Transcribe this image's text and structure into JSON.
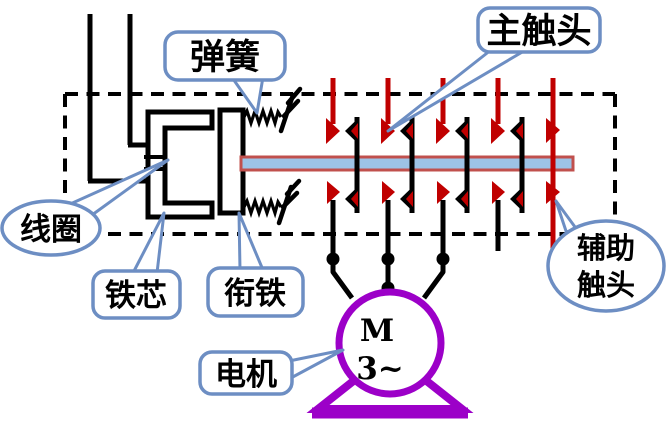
{
  "diagram": {
    "title": "contactor-structure-schematic",
    "description": "Structure diagram of an AC contactor driving a 3-phase motor"
  },
  "colors": {
    "line_black": "#000000",
    "contact_red": "#C00000",
    "bar_fill": "#9DC3E6",
    "bar_stroke": "#C0504D",
    "callout_blue": "#6D8EC3",
    "motor_purple": "#9C00C8"
  },
  "callouts": {
    "spring": {
      "label": "弹簧"
    },
    "main_contact": {
      "label": "主触头"
    },
    "coil": {
      "label": "线圈"
    },
    "iron_core": {
      "label": "铁芯"
    },
    "armature": {
      "label": "衔铁"
    },
    "motor": {
      "label": "电机"
    },
    "aux_contact": {
      "line1": "辅助",
      "line2": "触头"
    }
  },
  "motor": {
    "symbol": "M",
    "phase": "3~"
  }
}
